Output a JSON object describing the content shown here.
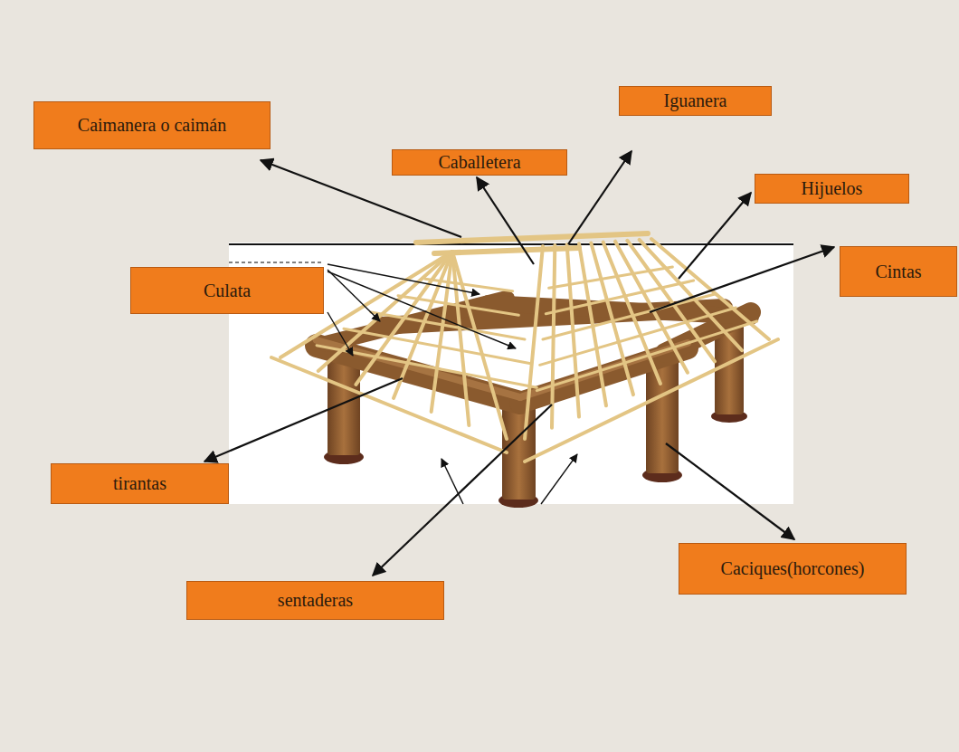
{
  "diagram": {
    "nodes": [
      {
        "text": [
          "Caimanera o caimán"
        ]
      },
      {
        "text": [
          "Iguanera"
        ]
      },
      {
        "text": [
          "Caballetera"
        ]
      },
      {
        "text": [
          "Hijuelos"
        ]
      },
      {
        "text": [
          "Culata"
        ]
      },
      {
        "text": [
          "Cintas"
        ]
      },
      {
        "text": [
          "tirantas"
        ]
      },
      {
        "text": [
          "sentaderas"
        ]
      },
      {
        "text": [
          "Caciques(horcones)"
        ]
      }
    ]
  }
}
